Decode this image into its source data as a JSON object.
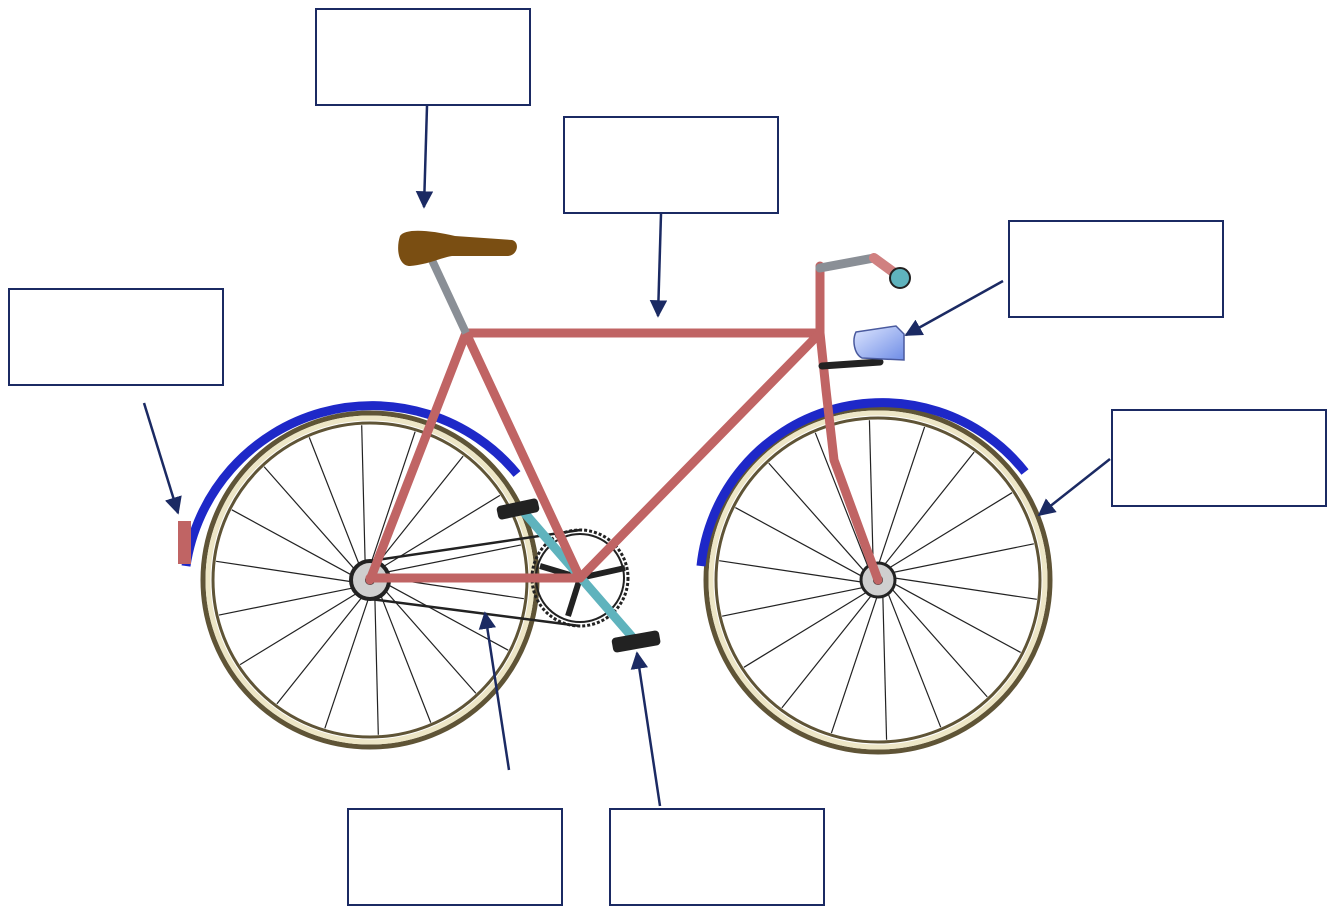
{
  "diagram": {
    "colors": {
      "frame": "#c06464",
      "mudguard": "#1e28c8",
      "saddle": "#7a4e12",
      "tyre": "#5f5436",
      "crank": "#5fb3bd",
      "arrow": "#1b2a63",
      "light": "#8aa4f0"
    },
    "labels": [
      {
        "id": "saddle",
        "text": ""
      },
      {
        "id": "frame",
        "text": ""
      },
      {
        "id": "light",
        "text": ""
      },
      {
        "id": "reflector",
        "text": ""
      },
      {
        "id": "wheel",
        "text": ""
      },
      {
        "id": "chain",
        "text": ""
      },
      {
        "id": "pedal",
        "text": ""
      }
    ]
  }
}
